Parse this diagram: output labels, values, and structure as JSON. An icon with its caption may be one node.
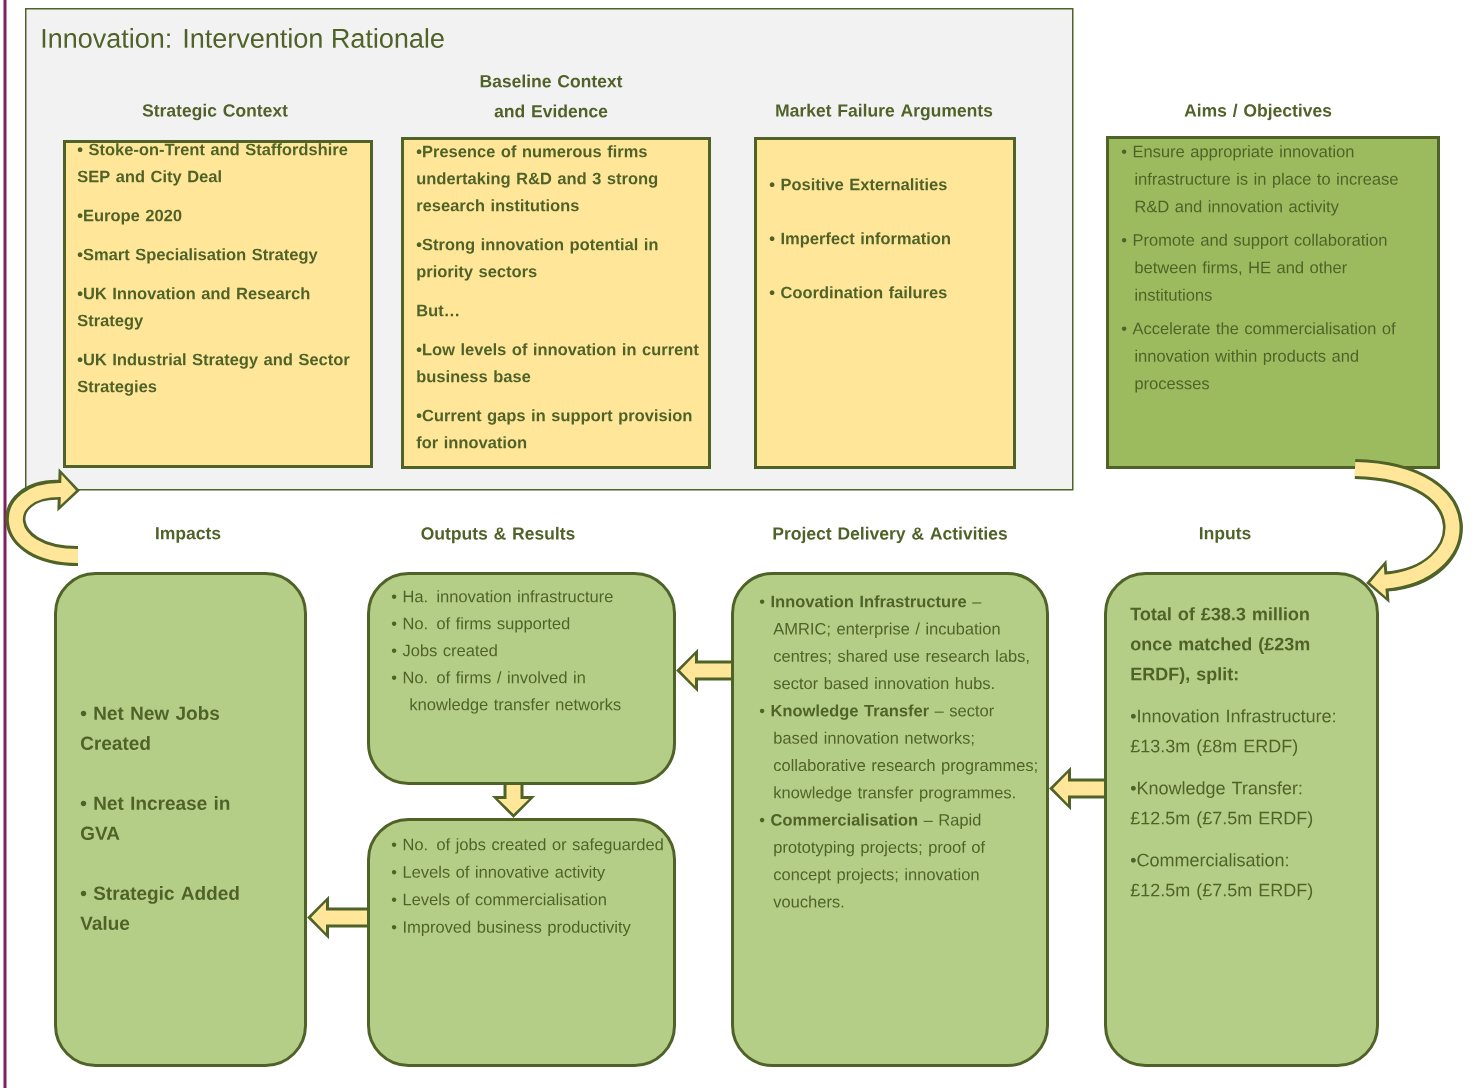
{
  "diagram": {
    "nodes": [
      {
        "text": [
          "Innovation: Intervention Rationale"
        ]
      },
      {
        "text": [
          "Strategic Context",
          "• Stoke-on-Trent and Staffordshire SEP and City Deal",
          "•Europe 2020",
          "•Smart Specialisation Strategy",
          "•UK Innovation and Research Strategy",
          "•UK Industrial Strategy and Sector Strategies"
        ],
        "in": 0
      },
      {
        "text": [
          "Baseline Context and Evidence",
          "•Presence of numerous firms undertaking R&D and 3 strong research institutions",
          "•Strong innovation potential in priority sectors",
          "But…",
          "•Low levels of innovation in current business base",
          "•Current gaps in support provision for innovation"
        ],
        "in": 0
      },
      {
        "text": [
          "Market Failure Arguments",
          "• Positive Externalities",
          "• Imperfect information",
          "• Coordination failures"
        ],
        "in": 0
      },
      {
        "text": [
          "Aims / Objectives",
          "• Ensure appropriate innovation infrastructure is in place to increase R&D and innovation activity",
          "• Promote and support collaboration between firms, HE and other institutions",
          "• Accelerate the commercialisation of innovation within products and processes"
        ]
      },
      {
        "text": [
          "Impacts",
          "• Net New Jobs Created",
          "• Net Increase in GVA",
          "• Strategic Added Value"
        ]
      },
      {
        "text": [
          "Outputs & Results",
          "• Ha. innovation infrastructure",
          "• No. of firms supported",
          "• Jobs created",
          "• No. of firms / involved in knowledge transfer networks"
        ]
      },
      {
        "text": [
          "• No. of jobs created or safeguarded",
          "• Levels of innovative activity",
          "• Levels of commercialisation",
          "• Improved business productivity"
        ]
      },
      {
        "text": [
          "Project Delivery & Activities",
          "• **Innovation Infrastructure** – AMRIC; enterprise / incubation centres; shared use research labs, sector based innovation hubs.",
          "• **Knowledge Transfer** – sector based innovation networks; collaborative research programmes; knowledge transfer programmes.",
          "• **Commercialisation** – Rapid prototyping projects; proof of concept projects; innovation vouchers."
        ]
      },
      {
        "text": [
          "Inputs",
          "Total of £38.3 million once matched (£23m ERDF), split:",
          "•Innovation Infrastructure: £13.3m (£8m ERDF)",
          "•Knowledge Transfer: £12.5m (£7.5m ERDF)",
          "•Commercialisation: £12.5m (£7.5m ERDF)"
        ]
      }
    ],
    "edges": [
      {
        "from": 4,
        "to": 9,
        "arrow": "to",
        "color": "#4f6228"
      },
      {
        "from": 9,
        "to": 8,
        "arrow": "to"
      },
      {
        "from": 8,
        "to": 6,
        "arrow": "to"
      },
      {
        "from": 6,
        "to": 7,
        "arrow": "to"
      },
      {
        "from": 7,
        "to": 5,
        "arrow": "to"
      },
      {
        "from": 5,
        "to": 0,
        "arrow": "to",
        "color": "#4f6228"
      }
    ]
  }
}
